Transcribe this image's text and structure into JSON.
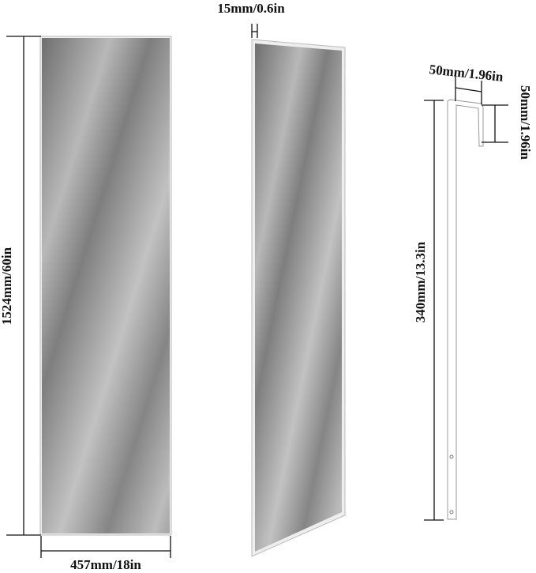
{
  "dimensions": {
    "height": "1524mm/60in",
    "width": "457mm/18in",
    "thickness": "15mm/0.6in",
    "hook_width": "50mm/1.96in",
    "hook_depth": "50mm/1.96in",
    "hanger_length": "340mm/13.3in"
  },
  "colors": {
    "mirror_dark": "#7a7a7a",
    "mirror_light": "#c8c8c8",
    "line": "#111111"
  }
}
